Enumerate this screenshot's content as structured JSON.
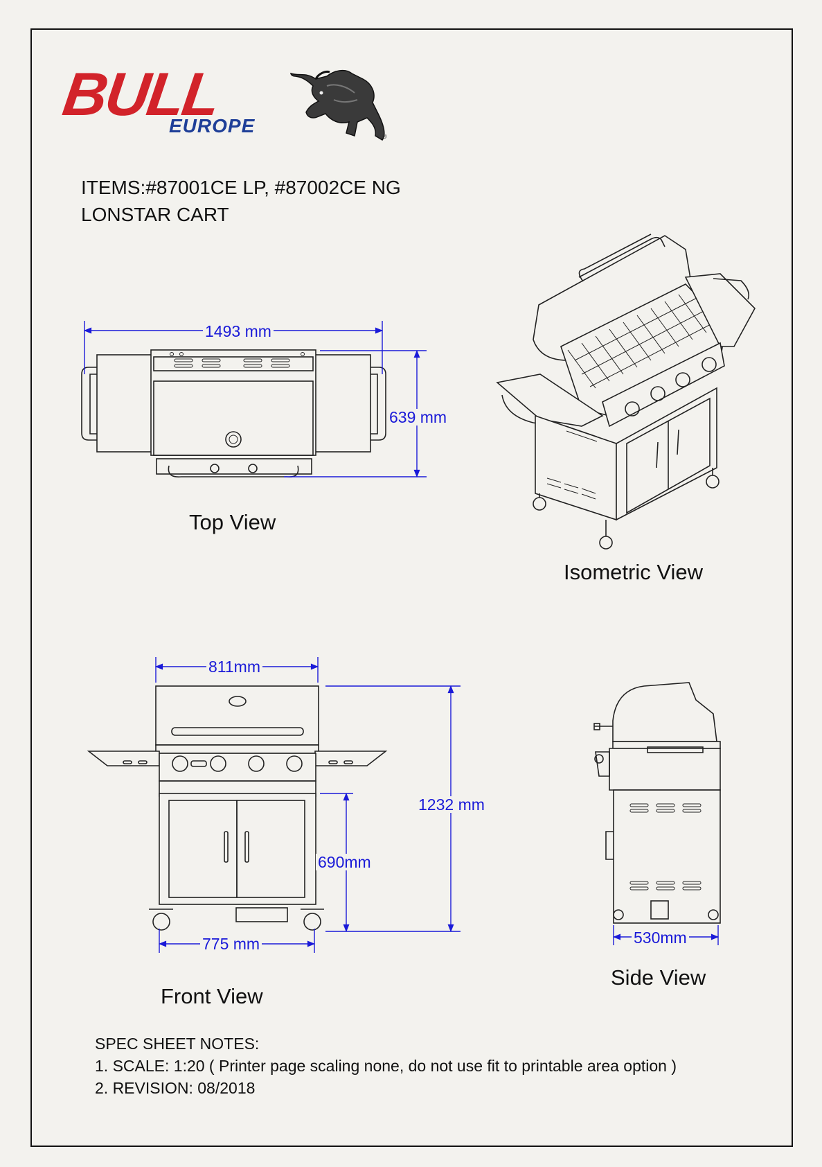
{
  "brand": {
    "name": "BULL",
    "region": "EUROPE",
    "reg_mark": "®",
    "brand_color": "#d2232a",
    "region_color": "#1f3f98",
    "mascot": "bull-mascot-icon"
  },
  "header": {
    "items": "ITEMS:#87001CE LP, #87002CE NG",
    "product": "LONSTAR CART"
  },
  "views": {
    "top": {
      "label": "Top View",
      "width_value": "1493",
      "depth_value": "639",
      "unit": "mm"
    },
    "isometric": {
      "label": "Isometric View"
    },
    "front": {
      "label": "Front View",
      "hood_width_value": "811",
      "cart_width_value": "775",
      "height_value": "1232",
      "cabinet_height_value": "690",
      "unit": "mm"
    },
    "side": {
      "label": "Side View",
      "depth_value": "530",
      "unit": "mm"
    }
  },
  "notes": {
    "heading": "SPEC SHEET NOTES:",
    "scale": "1. SCALE: 1:20 (  Printer page scaling none, do not use fit to printable area option )",
    "revision": "2. REVISION: 08/2018"
  },
  "colors": {
    "dimension": "#1a1ad8",
    "line": "#222222",
    "background": "#f3f2ee"
  }
}
